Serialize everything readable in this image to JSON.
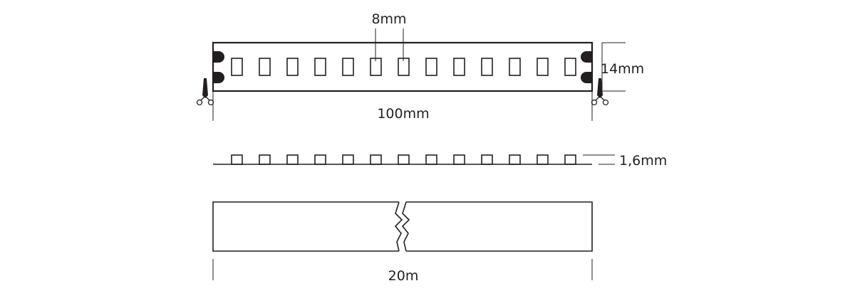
{
  "diagram": {
    "top_view": {
      "led_pitch_label": "8mm",
      "width_label": "14mm",
      "cut_length_label": "100mm",
      "led_count": 13,
      "icons": [
        "cut-left-scissors-icon",
        "cut-right-scissors-icon"
      ]
    },
    "side_view": {
      "thickness_label": "1,6mm",
      "led_count": 13
    },
    "roll_view": {
      "length_label": "20m",
      "icons": [
        "break-mark-icon"
      ]
    },
    "colors": {
      "line": "#231f20",
      "background": "#ffffff"
    }
  }
}
